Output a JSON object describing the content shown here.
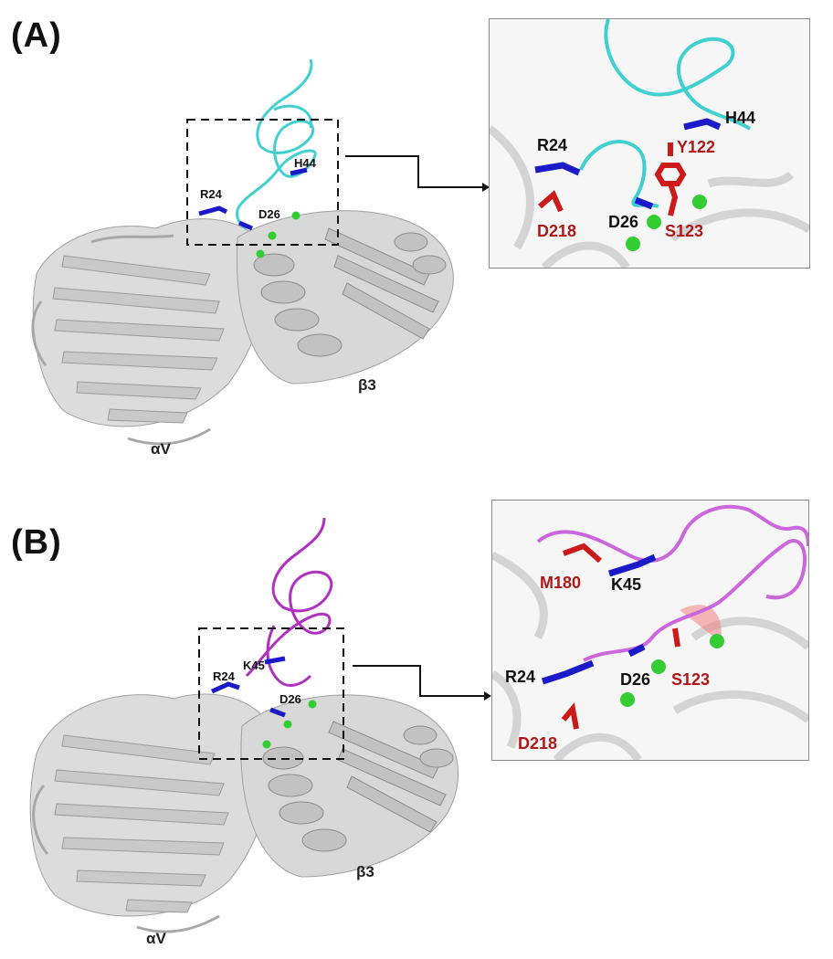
{
  "panels": [
    {
      "letter": "(A)",
      "ligand_color": "#40d0d0",
      "overview_labels": {
        "r24": "R24",
        "h44": "H44",
        "d26": "D26"
      },
      "chain_labels": {
        "alpha": "αV",
        "beta": "β3"
      },
      "zoom_labels": {
        "r24": "R24",
        "h44": "H44",
        "y122": "Y122",
        "d218": "D218",
        "d26": "D26",
        "s123": "S123"
      }
    },
    {
      "letter": "(B)",
      "ligand_color": "#b030c0",
      "overview_labels": {
        "r24": "R24",
        "k45": "K45",
        "d26": "D26"
      },
      "chain_labels": {
        "alpha": "αV",
        "beta": "β3"
      },
      "zoom_labels": {
        "m180": "M180",
        "k45": "K45",
        "r24": "R24",
        "d26": "D26",
        "s123": "S123",
        "d218": "D218"
      }
    }
  ],
  "colors": {
    "protein": "#b4b4b4",
    "basic_residue": "#1a1ac8",
    "acidic_residue": "#cc1a1a",
    "metal_ion": "#33cc33"
  }
}
